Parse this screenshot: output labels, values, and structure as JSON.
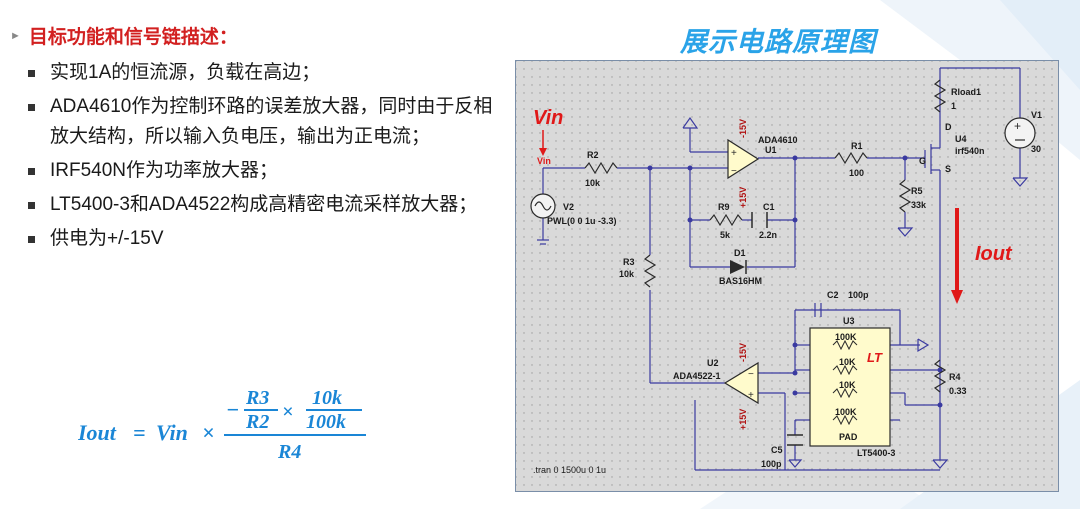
{
  "slide": {
    "heading": "目标功能和信号链描述：",
    "bullets": [
      "实现1A的恒流源，负载在高边；",
      "ADA4610作为控制环路的误差放大器，同时由于反相放大结构，所以输入负电压，输出为正电流；",
      "IRF540N作为功率放大器；",
      "LT5400-3和ADA4522构成高精密电流采样放大器；",
      "供电为+/-15V"
    ],
    "formula": {
      "lhs": "Iout",
      "equals": "=",
      "vin": "Vin",
      "times": "×",
      "minus": "−",
      "r3": "R3",
      "r2": "R2",
      "k10": "10k",
      "k100": "100k",
      "r4": "R4"
    }
  },
  "schematic": {
    "title": "展示电路原理图",
    "annotation_vin": "Vin",
    "annotation_iout": "Iout",
    "labels": {
      "vin_net": "Vin",
      "v2": "V2",
      "v2_value": "PWL(0 0 1u -3.3)",
      "r2": "R2",
      "r2_value": "10k",
      "u1_part": "ADA4610",
      "u1": "U1",
      "u1_neg": "-15V",
      "u1_pos": "+15V",
      "r1": "R1",
      "r1_value": "100",
      "r5": "R5",
      "r5_value": "33k",
      "r9": "R9",
      "r9_value": "5k",
      "c1": "C1",
      "c1_value": "2.2n",
      "d1": "D1",
      "d1_part": "BAS16HM",
      "r3": "R3",
      "r3_value": "10k",
      "rload": "Rload1",
      "rload_value": "1",
      "u4_d": "D",
      "u4_g": "G",
      "u4_s": "S",
      "u4": "U4",
      "u4_part": "irf540n",
      "v1": "V1",
      "v1_value": "30",
      "c2": "C2",
      "c2_value": "100p",
      "u3": "U3",
      "u3_r1": "100K",
      "u3_r2": "10K",
      "u3_r3": "10K",
      "u3_r4": "100K",
      "u3_pad": "PAD",
      "u3_part": "LT5400-3",
      "u2": "U2",
      "u2_part": "ADA4522-1",
      "u2_neg": "-15V",
      "u2_pos": "+15V",
      "r4": "R4",
      "r4_value": "0.33",
      "c5": "C5",
      "c5_value": "100p",
      "sim_cmd": ".tran 0 1500u 0 1u",
      "lt_logo": "LT"
    }
  },
  "colors": {
    "heading_red": "#d22020",
    "title_blue": "#2aa3e8",
    "formula_blue": "#1a86d6",
    "annotation_red": "#e01818",
    "schematic_bg": "#d9d9d9",
    "component_yellow": "#fffbcc"
  }
}
